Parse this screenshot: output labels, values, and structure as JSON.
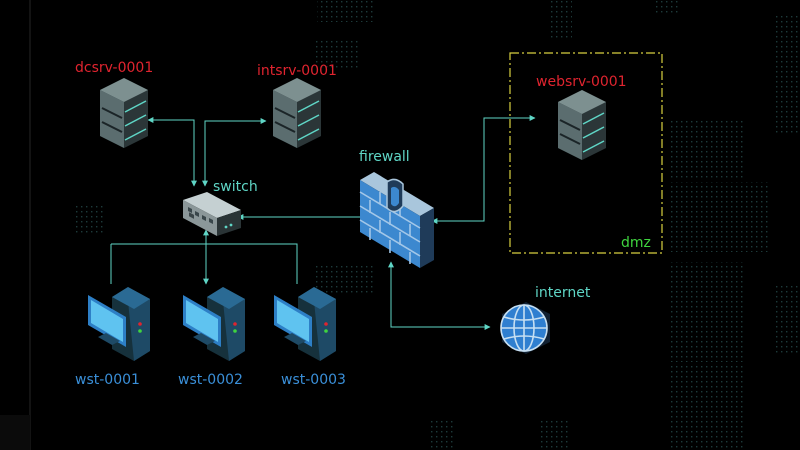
{
  "colors": {
    "background": "#000000",
    "server_label": "#e0242f",
    "infra_label": "#5fd6c6",
    "workstation_label": "#3a8fd8",
    "zone_label": "#3fd43f",
    "zone_border": "#d8d040",
    "link": "#5fd6c6"
  },
  "nodes": {
    "dcsrv": {
      "label": "dcsrv-0001",
      "icon": "server-icon"
    },
    "intsrv": {
      "label": "intsrv-0001",
      "icon": "server-icon"
    },
    "websrv": {
      "label": "websrv-0001",
      "icon": "server-icon"
    },
    "switch": {
      "label": "switch",
      "icon": "switch-icon"
    },
    "firewall": {
      "label": "firewall",
      "icon": "firewall-icon"
    },
    "internet": {
      "label": "internet",
      "icon": "globe-icon"
    },
    "wst1": {
      "label": "wst-0001",
      "icon": "workstation-icon"
    },
    "wst2": {
      "label": "wst-0002",
      "icon": "workstation-icon"
    },
    "wst3": {
      "label": "wst-0003",
      "icon": "workstation-icon"
    }
  },
  "zones": {
    "dmz": {
      "label": "dmz"
    }
  }
}
